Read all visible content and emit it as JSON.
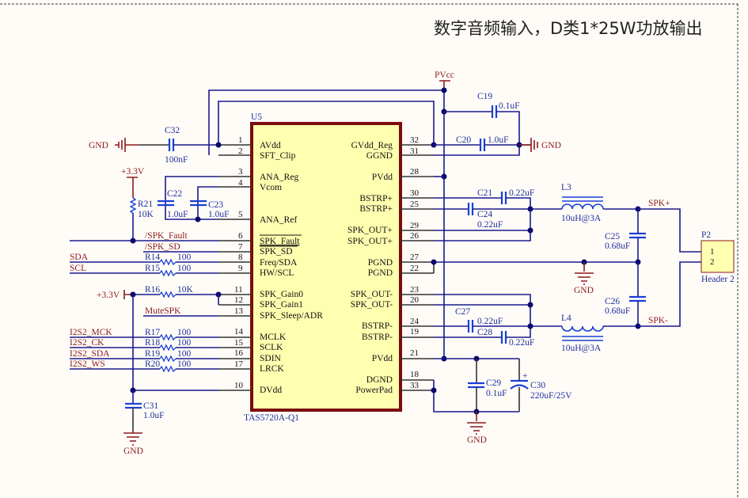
{
  "title": "数字音频输入，D类1*25W功放输出",
  "ic": {
    "ref": "U5",
    "part": "TAS5720A-Q1",
    "left_pins": [
      {
        "num": "1",
        "name": "AVdd"
      },
      {
        "num": "2",
        "name": "SFT_Clip"
      },
      {
        "num": "3",
        "name": "ANA_Reg"
      },
      {
        "num": "4",
        "name": "Vcom"
      },
      {
        "num": "5",
        "name": "ANA_Ref"
      },
      {
        "num": "6",
        "name": "SPK_Fault"
      },
      {
        "num": "7",
        "name": "SPK_SD"
      },
      {
        "num": "8",
        "name": "Freq/SDA"
      },
      {
        "num": "9",
        "name": "HW/SCL"
      },
      {
        "num": "11",
        "name": "SPK_Gain0"
      },
      {
        "num": "12",
        "name": "SPK_Gain1"
      },
      {
        "num": "13",
        "name": "SPK_Sleep/ADR"
      },
      {
        "num": "14",
        "name": "MCLK"
      },
      {
        "num": "15",
        "name": "SCLK"
      },
      {
        "num": "16",
        "name": "SDIN"
      },
      {
        "num": "17",
        "name": "LRCK"
      },
      {
        "num": "10",
        "name": "DVdd"
      }
    ],
    "right_pins": [
      {
        "num": "32",
        "name": "GVdd_Reg"
      },
      {
        "num": "31",
        "name": "GGND"
      },
      {
        "num": "28",
        "name": "PVdd"
      },
      {
        "num": "30",
        "name": "BSTRP+"
      },
      {
        "num": "25",
        "name": "BSTRP+"
      },
      {
        "num": "29",
        "name": "SPK_OUT+"
      },
      {
        "num": "26",
        "name": "SPK_OUT+"
      },
      {
        "num": "27",
        "name": "PGND"
      },
      {
        "num": "22",
        "name": "PGND"
      },
      {
        "num": "23",
        "name": "SPK_OUT-"
      },
      {
        "num": "20",
        "name": "SPK_OUT-"
      },
      {
        "num": "24",
        "name": "BSTRP-"
      },
      {
        "num": "19",
        "name": "BSTRP-"
      },
      {
        "num": "21",
        "name": "PVdd"
      },
      {
        "num": "18",
        "name": "DGND"
      },
      {
        "num": "33",
        "name": "PowerPad"
      }
    ]
  },
  "nets": {
    "pvcc": "PVcc",
    "gnd": "GND",
    "v33": "+3.3V",
    "spk_fault": "/SPK_Fault",
    "spk_sd": "/SPK_SD",
    "sda": "SDA",
    "scl": "SCL",
    "mutespk": "MuteSPK",
    "i2s_mck": "I2S2_MCK",
    "i2s_ck": "I2S2_CK",
    "i2s_sda": "I2S2_SDA",
    "i2s_ws": "I2S2_WS",
    "spk_p": "SPK+",
    "spk_n": "SPK-"
  },
  "components": {
    "C32": {
      "ref": "C32",
      "value": "100nF"
    },
    "C22": {
      "ref": "C22",
      "value": "1.0uF"
    },
    "C23": {
      "ref": "C23",
      "value": "1.0uF"
    },
    "R21": {
      "ref": "R21",
      "value": "10K"
    },
    "R14": {
      "ref": "R14",
      "value": "100"
    },
    "R15": {
      "ref": "R15",
      "value": "100"
    },
    "R16": {
      "ref": "R16",
      "value": "10K"
    },
    "R17": {
      "ref": "R17",
      "value": "100"
    },
    "R18": {
      "ref": "R18",
      "value": "100"
    },
    "R19": {
      "ref": "R19",
      "value": "100"
    },
    "R20": {
      "ref": "R20",
      "value": "100"
    },
    "C31": {
      "ref": "C31",
      "value": "1.0uF"
    },
    "C19": {
      "ref": "C19",
      "value": "0.1uF"
    },
    "C20": {
      "ref": "C20",
      "value": "1.0uF"
    },
    "C21": {
      "ref": "C21",
      "value": "0.22uF"
    },
    "C24": {
      "ref": "C24",
      "value": "0.22uF"
    },
    "C27": {
      "ref": "C27",
      "value": "0.22uF"
    },
    "C28": {
      "ref": "C28",
      "value": "0.22uF"
    },
    "L3": {
      "ref": "L3",
      "value": "10uH@3A"
    },
    "L4": {
      "ref": "L4",
      "value": "10uH@3A"
    },
    "C25": {
      "ref": "C25",
      "value": "0.68uF"
    },
    "C26": {
      "ref": "C26",
      "value": "0.68uF"
    },
    "C29": {
      "ref": "C29",
      "value": "0.1uF"
    },
    "C30": {
      "ref": "C30",
      "value": "220uF/25V",
      "polarity": "+"
    },
    "P2": {
      "ref": "P2",
      "part": "Header 2",
      "pins": [
        "1",
        "2"
      ]
    }
  }
}
